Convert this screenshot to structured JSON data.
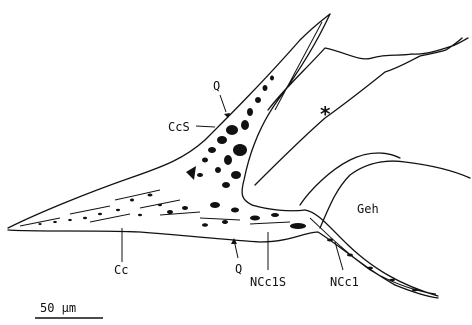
{
  "figure": {
    "labels": {
      "q_top": "Q",
      "ccs": "CcS",
      "asterisk": "*",
      "geh": "Geh",
      "cc": "Cc",
      "q_bottom": "Q",
      "ncc1s": "NCc1S",
      "ncc1": "NCc1"
    },
    "scale_bar": {
      "label": "50 µm"
    }
  }
}
